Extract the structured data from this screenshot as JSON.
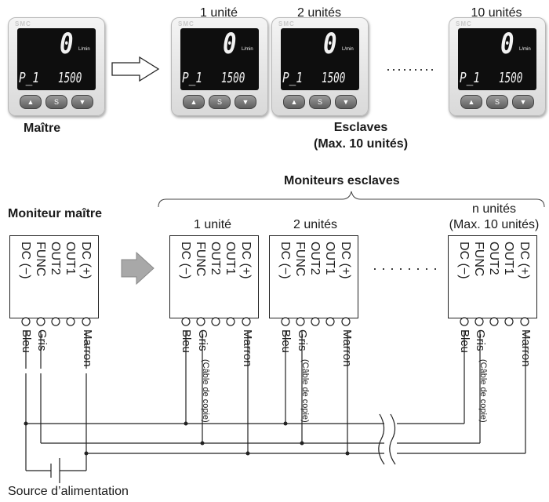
{
  "top": {
    "master_label": "Maître",
    "slaves_label": "Esclaves",
    "slaves_max": "(Max. 10 unités)",
    "unit_labels": [
      "1 unité",
      "2 unités",
      "10 unités"
    ],
    "ellipsis": "·········",
    "display": {
      "brand": "SMC",
      "value": "0",
      "unit": "L/min",
      "mode": "P_1",
      "setpoint": "1500",
      "buttons": [
        "▲",
        "S",
        "▼"
      ]
    }
  },
  "bottom": {
    "master_title": "Moniteur maître",
    "slaves_title": "Moniteurs esclaves",
    "unit_labels": [
      "1 unité",
      "2 unités",
      "n unités"
    ],
    "n_max": "(Max. 10 unités)",
    "ellipsis": "· · · · · · · ·",
    "terminals": [
      "DC (−)",
      "FUNC",
      "OUT2",
      "OUT1",
      "DC (+)"
    ],
    "wires": {
      "blue": "Bleu",
      "grey": "Gris",
      "grey_note": "(Câble de copie)",
      "brown": "Marron"
    },
    "power_source": "Source d’alimentation"
  },
  "colors": {
    "line": "#222222",
    "arrow_fill": "#a8a8a8"
  }
}
